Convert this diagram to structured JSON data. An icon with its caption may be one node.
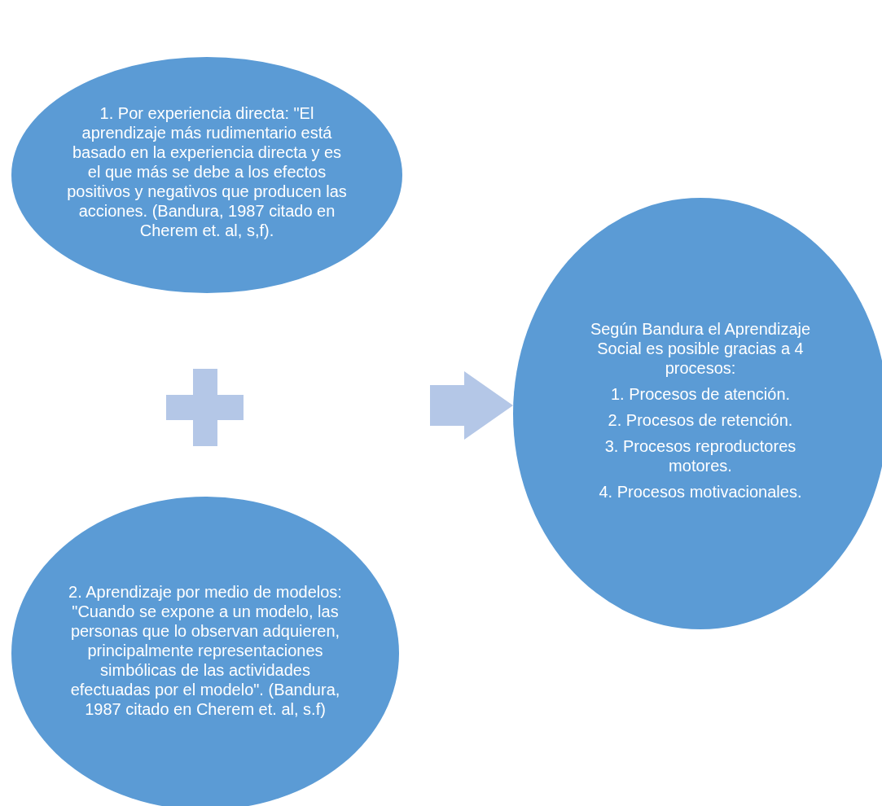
{
  "diagram": {
    "nodes": [
      {
        "text": [
          "1. Por experiencia directa:  \"El aprendizaje más rudimentario está basado en la experiencia directa y es el que más se debe a los efectos positivos y negativos que producen las acciones. (Bandura, 1987 citado en Cherem et. al, s,f)."
        ]
      },
      {
        "text": [
          "2. Aprendizaje por medio de modelos: \"Cuando se expone a un modelo, las personas que lo observan adquieren, principalmente representaciones simbólicas de las actividades efectuadas por el modelo\". (Bandura, 1987 citado en Cherem et. al, s.f)"
        ]
      },
      {
        "text": [
          "Según Bandura el Aprendizaje Social es posible gracias a 4 procesos:",
          "1. Procesos de atención.",
          "2. Procesos de retención.",
          "3. Procesos reproductores motores.",
          "4. Procesos motivacionales."
        ]
      }
    ],
    "edges": [
      {
        "from": null,
        "to": 2,
        "arrow": "to"
      }
    ]
  }
}
